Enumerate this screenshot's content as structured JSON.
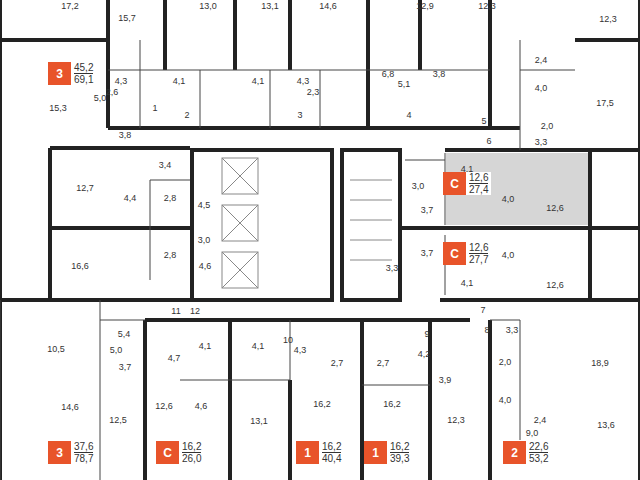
{
  "diagram": {
    "nodes": [
      {
        "text": [
          "3",
          "45,2",
          "69,1"
        ]
      },
      {
        "text": [
          "С",
          "12,6",
          "27,4"
        ]
      },
      {
        "text": [
          "С",
          "12,6",
          "27,7"
        ]
      },
      {
        "text": [
          "3",
          "37,6",
          "78,7"
        ]
      },
      {
        "text": [
          "С",
          "16,2",
          "26,0"
        ]
      },
      {
        "text": [
          "1",
          "16,2",
          "40,4"
        ]
      },
      {
        "text": [
          "1",
          "16,2",
          "39,3"
        ]
      },
      {
        "text": [
          "2",
          "22,6",
          "53,2"
        ]
      }
    ],
    "labels": [
      "17,2",
      "15,7",
      "13,0",
      "13,1",
      "14,6",
      "12,9",
      "12,3",
      "12,3",
      "2,4",
      "4,0",
      "17,5",
      "2,0",
      "3,3",
      "4,3",
      "2,6",
      "4,1",
      "4,1",
      "4,3",
      "2,3",
      "6,8",
      "5,1",
      "3,8",
      "15,3",
      "5,0",
      "3,8",
      "1",
      "2",
      "3",
      "4",
      "5",
      "6",
      "3,4",
      "12,7",
      "4,4",
      "2,8",
      "4,5",
      "3,0",
      "3,7",
      "4,1",
      "4,0",
      "12,6",
      "3,0",
      "2,8",
      "16,6",
      "4,6",
      "3,7",
      "3,3",
      "4,0",
      "4,1",
      "12,6",
      "11",
      "12",
      "10",
      "9",
      "7",
      "8",
      "3,3",
      "5,4",
      "10,5",
      "5,0",
      "3,7",
      "4,7",
      "4,1",
      "4,1",
      "4,3",
      "2,7",
      "2,7",
      "4,2",
      "3,9",
      "2,0",
      "18,9",
      "4,0",
      "2,4",
      "13,6",
      "14,6",
      "12,5",
      "12,6",
      "4,6",
      "13,1",
      "16,2",
      "16,2",
      "12,3",
      "9,0"
    ]
  }
}
